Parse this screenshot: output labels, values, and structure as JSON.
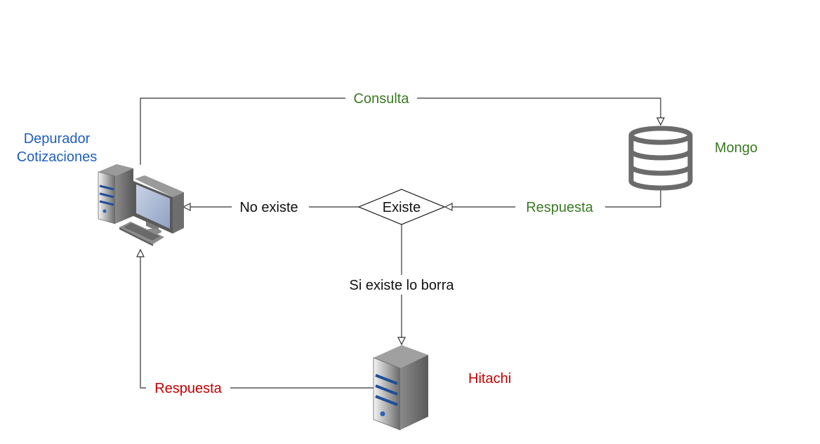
{
  "colors": {
    "blue": "#1f5fbf",
    "green": "#3a7a23",
    "red": "#c00000",
    "line": "#333333",
    "icon_gray": "#6b6b6b"
  },
  "nodes": {
    "client": {
      "label_line1": "Depurador",
      "label_line2": "Cotizaciones",
      "icon": "desktop-computer-icon"
    },
    "mongo": {
      "label": "Mongo",
      "icon": "database-icon"
    },
    "hitachi": {
      "label": "Hitachi",
      "icon": "server-tower-icon"
    },
    "decision": {
      "label": "Existe"
    }
  },
  "edges": {
    "consulta": "Consulta",
    "respuesta_mongo": "Respuesta",
    "no_existe": "No existe",
    "si_existe": "Si existe lo borra",
    "respuesta_hitachi": "Respuesta"
  }
}
